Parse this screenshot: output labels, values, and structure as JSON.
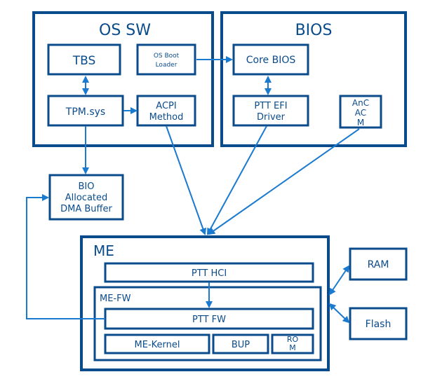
{
  "colors": {
    "box_stroke": "#0a4b8c",
    "arrow": "#1a7ad0",
    "text": "#0a4b8c"
  },
  "groups": {
    "os_sw": "OS SW",
    "bios": "BIOS",
    "me": "ME",
    "me_fw": "ME-FW"
  },
  "blocks": {
    "tbs": "TBS",
    "os_boot_loader_line1": "OS Boot",
    "os_boot_loader_line2": "Loader",
    "tpm_sys": "TPM.sys",
    "acpi_line1": "ACPI",
    "acpi_line2": "Method",
    "core_bios": "Core BIOS",
    "ptt_efi_line1": "PTT EFI",
    "ptt_efi_line2": "Driver",
    "acm_line1": "AnC",
    "acm_line2": "AC",
    "acm_line3": "M",
    "bio_line1": "BIO",
    "bio_line2": "Allocated",
    "bio_line3": "DMA Buffer",
    "ptt_hci": "PTT HCI",
    "ptt_fw": "PTT FW",
    "me_kernel": "ME-Kernel",
    "bup": "BUP",
    "rom_line1": "RO",
    "rom_line2": "M",
    "ram": "RAM",
    "flash": "Flash"
  }
}
